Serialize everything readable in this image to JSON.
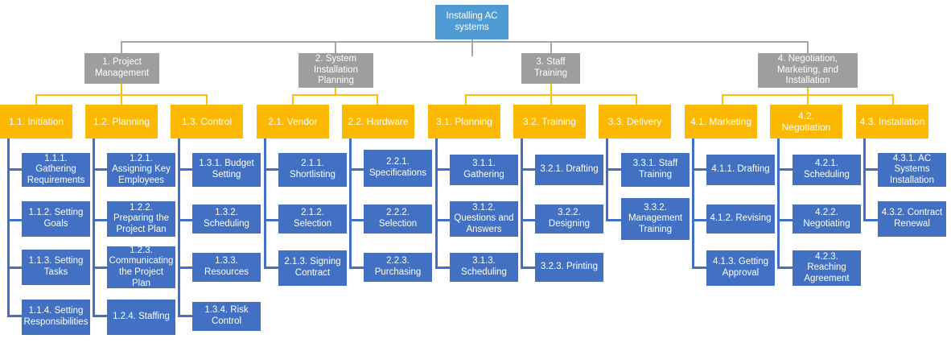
{
  "diagram": {
    "type": "work-breakdown-structure",
    "title": "Installing AC systems",
    "colors": {
      "root": "#4f9bd4",
      "level2": "#9e9e9e",
      "level3": "#fcb900",
      "leaf": "#4271c3",
      "connector_gray": "#a6a6a6",
      "connector_yellow": "#ffc000",
      "connector_blue": "#4271c3",
      "background": "#ffffff"
    }
  },
  "root": {
    "label": "Installing AC systems"
  },
  "level2": [
    {
      "label": "1. Project Management"
    },
    {
      "label": "2. System Installation Planning"
    },
    {
      "label": "3. Staff Training"
    },
    {
      "label": "4. Negotiation, Marketing, and Installation"
    }
  ],
  "level3": [
    {
      "label": "1.1. Initiation"
    },
    {
      "label": "1.2. Planning"
    },
    {
      "label": "1.3. Control"
    },
    {
      "label": "2.1. Vendor"
    },
    {
      "label": "2.2. Hardware"
    },
    {
      "label": "3.1. Planning"
    },
    {
      "label": "3.2. Training"
    },
    {
      "label": "3.3. Delivery"
    },
    {
      "label": "4.1. Marketing"
    },
    {
      "label": "4.2. Negotiation"
    },
    {
      "label": "4.3. Installation"
    }
  ],
  "leaves": {
    "c1": [
      {
        "label": "1.1.1. Gathering Requirements"
      },
      {
        "label": "1.1.2. Setting Goals"
      },
      {
        "label": "1.1.3. Setting Tasks"
      },
      {
        "label": "1.1.4. Setting Responsibilities"
      }
    ],
    "c2": [
      {
        "label": "1.2.1. Assigning Key Employees"
      },
      {
        "label": "1.2.2. Preparing the Project Plan"
      },
      {
        "label": "1.2.3. Communicating the Project Plan"
      },
      {
        "label": "1.2.4. Staffing"
      }
    ],
    "c3": [
      {
        "label": "1.3.1. Budget Setting"
      },
      {
        "label": "1.3.2. Scheduling"
      },
      {
        "label": "1.3.3. Resources"
      },
      {
        "label": "1.3.4. Risk Control"
      }
    ],
    "c4": [
      {
        "label": "2.1.1. Shortlisting"
      },
      {
        "label": "2.1.2. Selection"
      },
      {
        "label": "2.1.3. Signing Contract"
      }
    ],
    "c5": [
      {
        "label": "2.2.1. Specifications"
      },
      {
        "label": "2.2.2. Selection"
      },
      {
        "label": "2.2.3. Purchasing"
      }
    ],
    "c6": [
      {
        "label": "3.1.1. Gathering"
      },
      {
        "label": "3.1.2. Questions and Answers"
      },
      {
        "label": "3.1.3. Scheduling"
      }
    ],
    "c7": [
      {
        "label": "3.2.1. Drafting"
      },
      {
        "label": "3.2.2. Designing"
      },
      {
        "label": "3.2.3. Printing"
      }
    ],
    "c8": [
      {
        "label": "3.3.1. Staff Training"
      },
      {
        "label": "3.3.2. Management Training"
      }
    ],
    "c9": [
      {
        "label": "4.1.1. Drafting"
      },
      {
        "label": "4.1.2. Revising"
      },
      {
        "label": "4.1.3. Getting Approval"
      }
    ],
    "c10": [
      {
        "label": "4.2.1. Scheduling"
      },
      {
        "label": "4.2.2. Negotiating"
      },
      {
        "label": "4.2.3. Reaching Agreement"
      }
    ],
    "c11": [
      {
        "label": "4.3.1. AC Systems Installation"
      },
      {
        "label": "4.3.2. Contract Renewal"
      }
    ]
  }
}
